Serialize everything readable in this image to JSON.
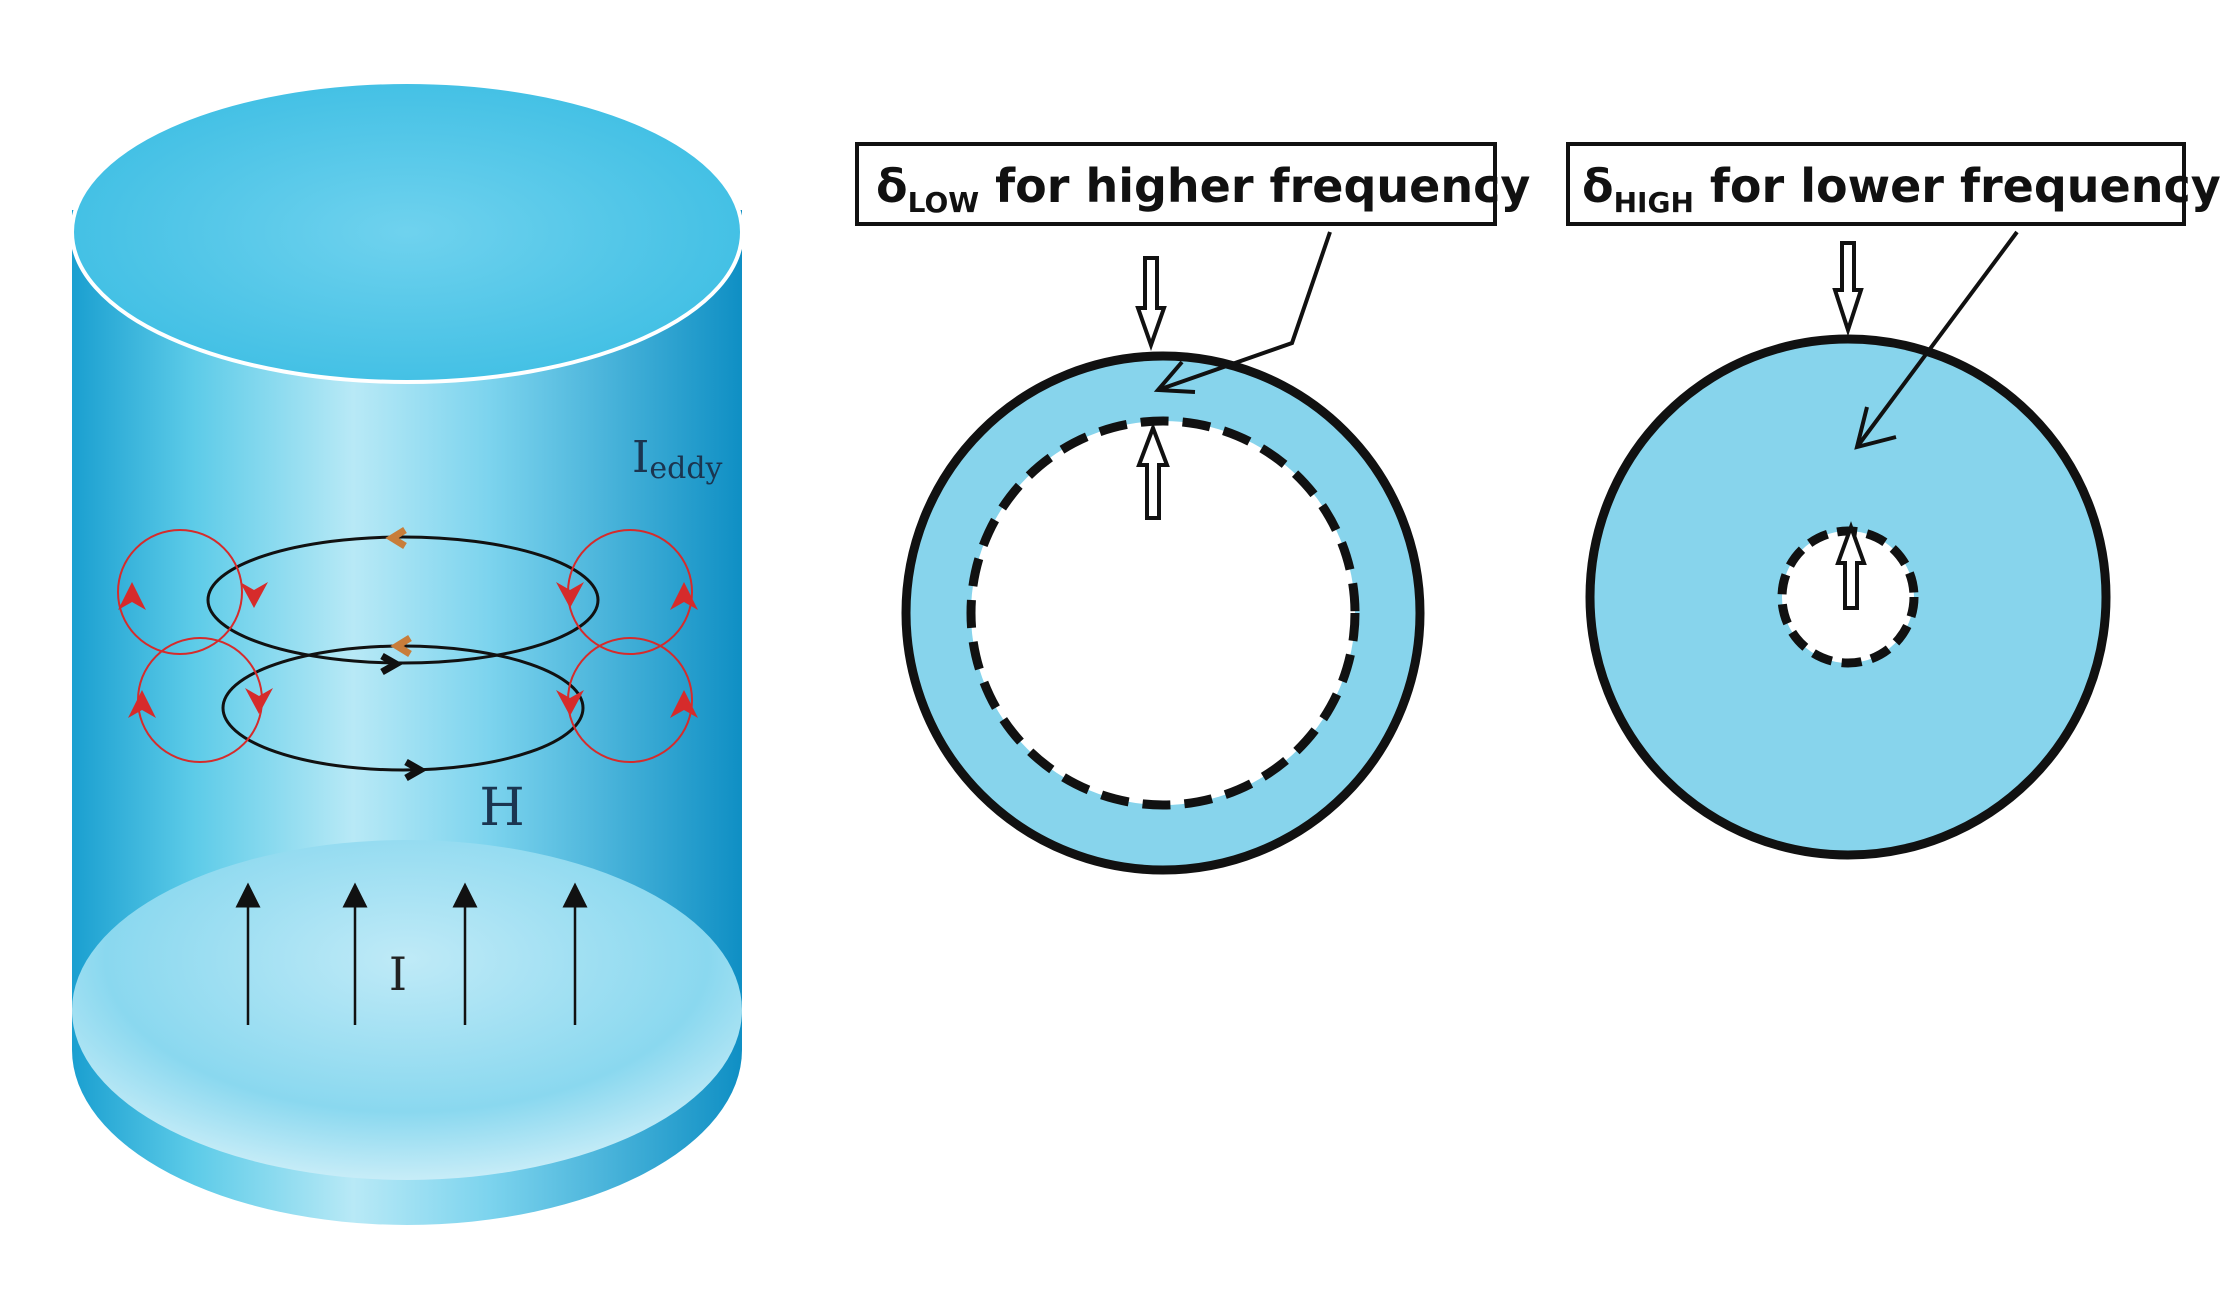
{
  "cylinder": {
    "eddy_label": {
      "main": "I",
      "sub": "eddy"
    },
    "field_label": "H",
    "current_label": "I",
    "colors": {
      "surface_light": "#a9e1f2",
      "surface_mid": "#3fbfe2",
      "surface_dark": "#1495c8",
      "top": "#4cc4e6",
      "eddy_loop": "#d62b2b",
      "field_arrow_orange": "#c87d3a"
    }
  },
  "left_section": {
    "label": {
      "delta": "δ",
      "sub": "LOW",
      "rest": " for higher frequency"
    }
  },
  "right_section": {
    "label": {
      "delta": "δ",
      "sub": "HIGH",
      "rest": " for lower frequency"
    }
  },
  "colors": {
    "conductor_fill": "#87d4ec",
    "outline": "#111111"
  }
}
